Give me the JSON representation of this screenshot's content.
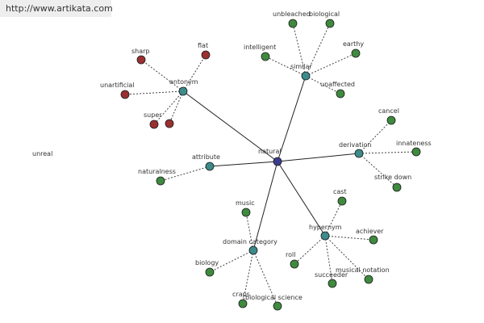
{
  "site_url": "http://www.artikata.com",
  "colors": {
    "center": "#3b3b8f",
    "relation": "#3d8b8b",
    "leaf_green": "#3f8a3f",
    "leaf_red": "#9b3030",
    "edge": "#222222",
    "dashed_edge": "#444444"
  },
  "graph": {
    "center": "natural",
    "relations": [
      {
        "label": "antonym",
        "leaf_color": "red",
        "terms": [
          "unreal",
          "flat",
          "sharp",
          "unartificial",
          "super"
        ]
      },
      {
        "label": "similar",
        "leaf_color": "green",
        "terms": [
          "unbleached",
          "biological",
          "intelligent",
          "earthy",
          "unaffected"
        ]
      },
      {
        "label": "derivation",
        "leaf_color": "green",
        "terms": [
          "cancel",
          "innateness",
          "strike down"
        ]
      },
      {
        "label": "attribute",
        "leaf_color": "green",
        "terms": [
          "naturalness"
        ]
      },
      {
        "label": "hypernym",
        "leaf_color": "green",
        "terms": [
          "cast",
          "achiever",
          "roll",
          "succeeder",
          "musical notation"
        ]
      },
      {
        "label": "domain category",
        "leaf_color": "green",
        "terms": [
          "music",
          "biology",
          "craps",
          "biological science"
        ]
      }
    ]
  }
}
